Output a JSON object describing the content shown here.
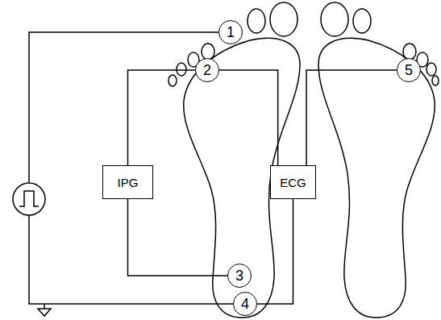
{
  "diagram": {
    "nodes": [
      {
        "text": [
          "1"
        ]
      },
      {
        "text": [
          "2"
        ]
      },
      {
        "text": [
          "5"
        ]
      },
      {
        "text": [
          "IPG"
        ]
      },
      {
        "text": [
          "ECG"
        ]
      },
      {
        "text": [
          "3"
        ]
      },
      {
        "text": [
          "4"
        ]
      }
    ],
    "edges": [
      {
        "from": 3,
        "to": 1,
        "arrow": "none"
      },
      {
        "from": 1,
        "to": 4,
        "arrow": "none"
      },
      {
        "from": 4,
        "to": 2,
        "arrow": "none"
      },
      {
        "from": 3,
        "to": 5,
        "arrow": "none"
      },
      {
        "from": 4,
        "to": 6,
        "arrow": "none"
      }
    ]
  }
}
